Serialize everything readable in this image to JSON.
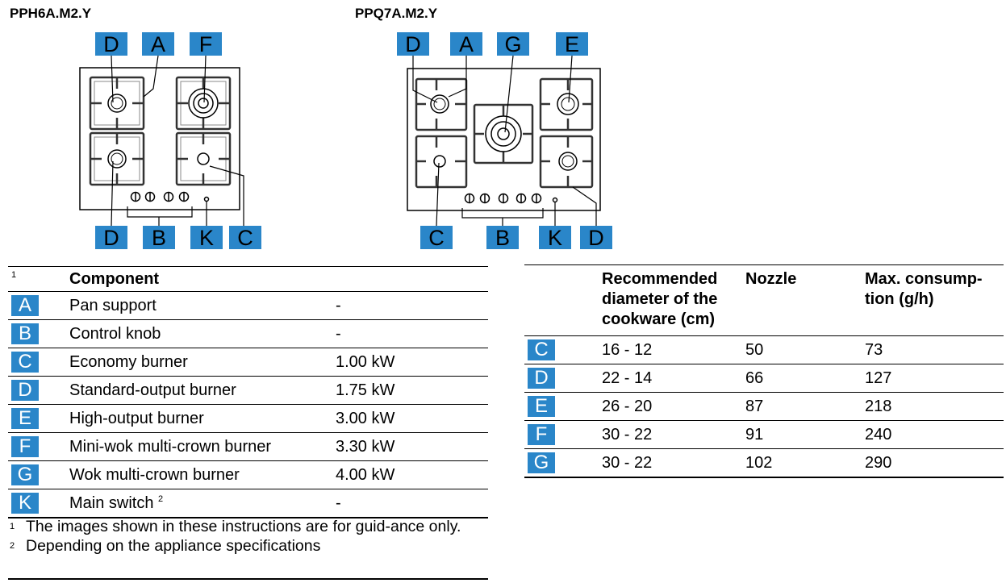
{
  "models": [
    {
      "title": "PPH6A.M2.Y",
      "top_labels": [
        "D",
        "A",
        "F"
      ],
      "bottom_labels": [
        "D",
        "B",
        "K",
        "C"
      ]
    },
    {
      "title": "PPQ7A.M2.Y",
      "top_labels": [
        "D",
        "A",
        "G",
        "E"
      ],
      "bottom_labels": [
        "C",
        "B",
        "K",
        "D"
      ]
    }
  ],
  "components_table": {
    "footnote_marker": "1",
    "header": "Component",
    "rows": [
      {
        "key": "A",
        "name": "Pan support",
        "power": "-"
      },
      {
        "key": "B",
        "name": "Control knob",
        "power": "-"
      },
      {
        "key": "C",
        "name": "Economy burner",
        "power": "1.00 kW"
      },
      {
        "key": "D",
        "name": "Standard-output burner",
        "power": "1.75 kW"
      },
      {
        "key": "E",
        "name": "High-output burner",
        "power": "3.00 kW"
      },
      {
        "key": "F",
        "name": "Mini-wok multi-crown burner",
        "power": "3.30 kW"
      },
      {
        "key": "G",
        "name": "Wok multi-crown burner",
        "power": "4.00 kW"
      },
      {
        "key": "K",
        "name": "Main switch",
        "name_sup": "2",
        "power": "-"
      }
    ]
  },
  "footnotes": [
    {
      "num": "1",
      "text": "The images shown in these instructions are for guid-ance only."
    },
    {
      "num": "2",
      "text": "Depending on the appliance specifications"
    }
  ],
  "spec_table": {
    "headers": {
      "diameter": "Recommended diameter of the cookware (cm)",
      "nozzle": "Nozzle",
      "consumption": "Max. consump-tion (g/h)"
    },
    "rows": [
      {
        "key": "C",
        "diameter": "16 - 12",
        "nozzle": "50",
        "consumption": "73"
      },
      {
        "key": "D",
        "diameter": "22 - 14",
        "nozzle": "66",
        "consumption": "127"
      },
      {
        "key": "E",
        "diameter": "26 - 20",
        "nozzle": "87",
        "consumption": "218"
      },
      {
        "key": "F",
        "diameter": "30 - 22",
        "nozzle": "91",
        "consumption": "240"
      },
      {
        "key": "G",
        "diameter": "30 - 22",
        "nozzle": "102",
        "consumption": "290"
      }
    ]
  },
  "colors": {
    "label_blue": "#2a86c9"
  }
}
